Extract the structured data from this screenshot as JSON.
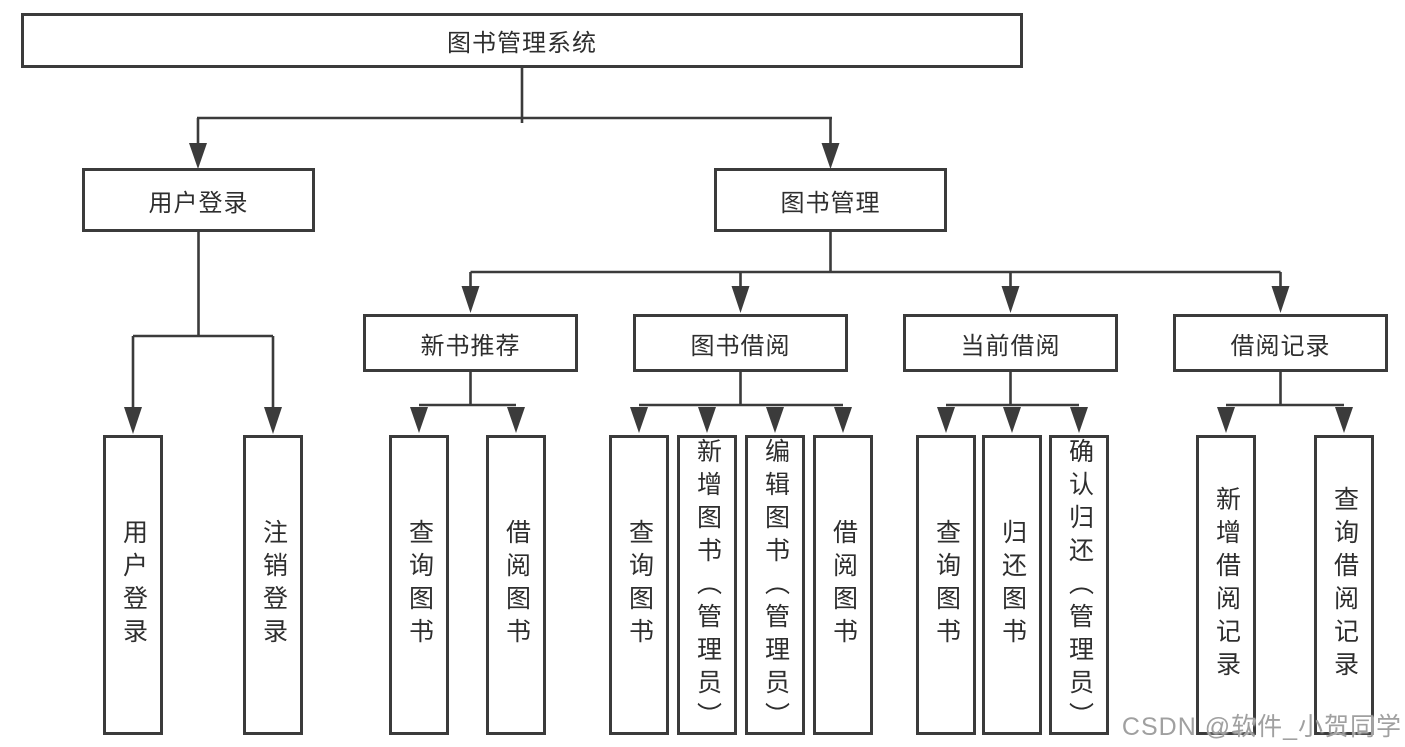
{
  "diagram": {
    "title": "图书管理系统",
    "branches": [
      {
        "label": "用户登录",
        "leaves": [
          "用户登录",
          "注销登录"
        ]
      },
      {
        "label": "图书管理",
        "groups": [
          {
            "label": "新书推荐",
            "leaves": [
              "查询图书",
              "借阅图书"
            ]
          },
          {
            "label": "图书借阅",
            "leaves": [
              "查询图书",
              "新增图书（管理员）",
              "编辑图书（管理员）",
              "借阅图书"
            ]
          },
          {
            "label": "当前借阅",
            "leaves": [
              "查询图书",
              "归还图书",
              "确认归还（管理员）"
            ]
          },
          {
            "label": "借阅记录",
            "leaves": [
              "新增借阅记录",
              "查询借阅记录"
            ]
          }
        ]
      }
    ]
  },
  "watermark": {
    "text": "CSDN @软件_小贺同学"
  },
  "colors": {
    "line": "#3b3b3b",
    "box_border": "#3b3b3b",
    "text": "#2e2e2e",
    "watermark": "#a0a0a0",
    "background": "#ffffff"
  }
}
